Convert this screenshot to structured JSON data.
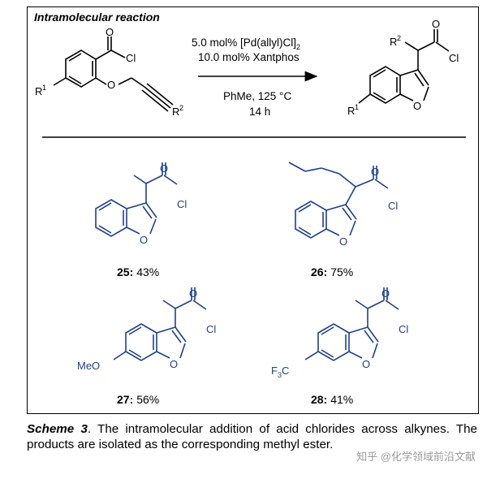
{
  "header": {
    "title": "Intramolecular reaction"
  },
  "conditions": {
    "line1": "5.0 mol% [Pd(allyl)Cl]",
    "line1_sub": "2",
    "line2": "10.0 mol% Xantphos",
    "line3": "PhMe, 125 °C",
    "line4": "14 h"
  },
  "atoms": {
    "O": "O",
    "Cl": "Cl",
    "R": "R",
    "one": "1",
    "two": "2"
  },
  "substituents": {
    "ome": "MeO",
    "cf3_a": "F",
    "cf3_sub": "3",
    "cf3_b": "C"
  },
  "products": [
    {
      "number": "25:",
      "yield": "43%"
    },
    {
      "number": "26:",
      "yield": "75%"
    },
    {
      "number": "27:",
      "yield": "56%"
    },
    {
      "number": "28:",
      "yield": "41%"
    }
  ],
  "caption": {
    "lead": "Scheme 3",
    "text": ". The intramolecular addition of acid chlorides across alkynes. The products are isolated as the corresponding methyl ester."
  },
  "watermark": "知乎 @化学领域前沿文献",
  "colors": {
    "atoms": "#1f3f8a",
    "bonds": "#000000"
  }
}
